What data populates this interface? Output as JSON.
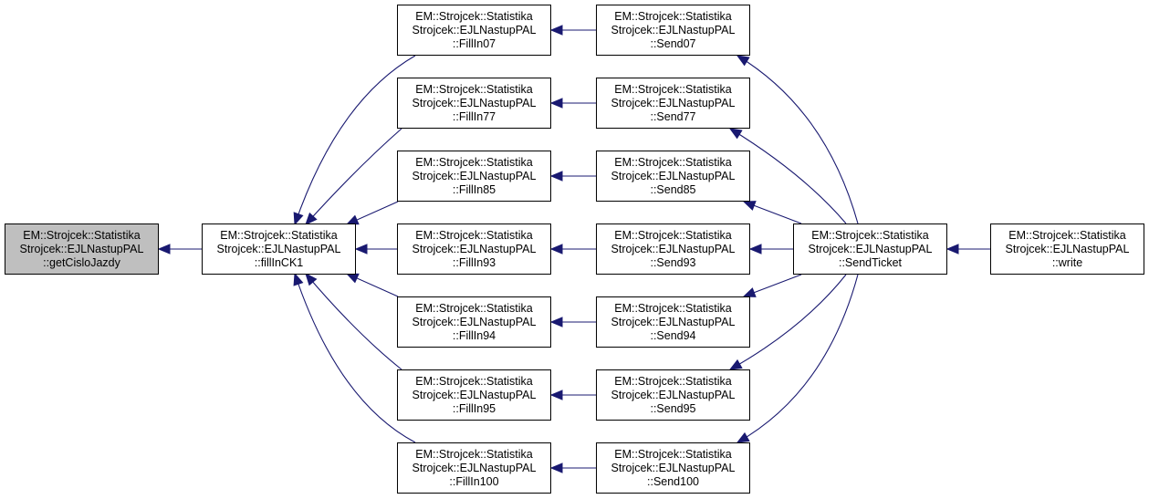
{
  "diagram": {
    "type": "call-graph",
    "edge_color": "#191970",
    "focus_fill": "#bfbfbf",
    "nodes": [
      {
        "id": "getCisloJazdy",
        "lines": [
          "EM::Strojcek::Statistika",
          "Strojcek::EJLNastupPAL",
          "::getCisloJazdy"
        ],
        "focus": true
      },
      {
        "id": "fillInCK1",
        "lines": [
          "EM::Strojcek::Statistika",
          "Strojcek::EJLNastupPAL",
          "::fillInCK1"
        ]
      },
      {
        "id": "FillIn07",
        "lines": [
          "EM::Strojcek::Statistika",
          "Strojcek::EJLNastupPAL",
          "::FillIn07"
        ]
      },
      {
        "id": "FillIn77",
        "lines": [
          "EM::Strojcek::Statistika",
          "Strojcek::EJLNastupPAL",
          "::FillIn77"
        ]
      },
      {
        "id": "FillIn85",
        "lines": [
          "EM::Strojcek::Statistika",
          "Strojcek::EJLNastupPAL",
          "::FillIn85"
        ]
      },
      {
        "id": "FillIn93",
        "lines": [
          "EM::Strojcek::Statistika",
          "Strojcek::EJLNastupPAL",
          "::FillIn93"
        ]
      },
      {
        "id": "FillIn94",
        "lines": [
          "EM::Strojcek::Statistika",
          "Strojcek::EJLNastupPAL",
          "::FillIn94"
        ]
      },
      {
        "id": "FillIn95",
        "lines": [
          "EM::Strojcek::Statistika",
          "Strojcek::EJLNastupPAL",
          "::FillIn95"
        ]
      },
      {
        "id": "FillIn100",
        "lines": [
          "EM::Strojcek::Statistika",
          "Strojcek::EJLNastupPAL",
          "::FillIn100"
        ]
      },
      {
        "id": "Send07",
        "lines": [
          "EM::Strojcek::Statistika",
          "Strojcek::EJLNastupPAL",
          "::Send07"
        ]
      },
      {
        "id": "Send77",
        "lines": [
          "EM::Strojcek::Statistika",
          "Strojcek::EJLNastupPAL",
          "::Send77"
        ]
      },
      {
        "id": "Send85",
        "lines": [
          "EM::Strojcek::Statistika",
          "Strojcek::EJLNastupPAL",
          "::Send85"
        ]
      },
      {
        "id": "Send93",
        "lines": [
          "EM::Strojcek::Statistika",
          "Strojcek::EJLNastupPAL",
          "::Send93"
        ]
      },
      {
        "id": "Send94",
        "lines": [
          "EM::Strojcek::Statistika",
          "Strojcek::EJLNastupPAL",
          "::Send94"
        ]
      },
      {
        "id": "Send95",
        "lines": [
          "EM::Strojcek::Statistika",
          "Strojcek::EJLNastupPAL",
          "::Send95"
        ]
      },
      {
        "id": "Send100",
        "lines": [
          "EM::Strojcek::Statistika",
          "Strojcek::EJLNastupPAL",
          "::Send100"
        ]
      },
      {
        "id": "SendTicket",
        "lines": [
          "EM::Strojcek::Statistika",
          "Strojcek::EJLNastupPAL",
          "::SendTicket"
        ]
      },
      {
        "id": "write",
        "lines": [
          "EM::Strojcek::Statistika",
          "Strojcek::EJLNastupPAL",
          "::write"
        ]
      }
    ],
    "edges": [
      {
        "from": "fillInCK1",
        "to": "getCisloJazdy"
      },
      {
        "from": "FillIn07",
        "to": "fillInCK1"
      },
      {
        "from": "FillIn77",
        "to": "fillInCK1"
      },
      {
        "from": "FillIn85",
        "to": "fillInCK1"
      },
      {
        "from": "FillIn93",
        "to": "fillInCK1"
      },
      {
        "from": "FillIn94",
        "to": "fillInCK1"
      },
      {
        "from": "FillIn95",
        "to": "fillInCK1"
      },
      {
        "from": "FillIn100",
        "to": "fillInCK1"
      },
      {
        "from": "Send07",
        "to": "FillIn07"
      },
      {
        "from": "Send77",
        "to": "FillIn77"
      },
      {
        "from": "Send85",
        "to": "FillIn85"
      },
      {
        "from": "Send93",
        "to": "FillIn93"
      },
      {
        "from": "Send94",
        "to": "FillIn94"
      },
      {
        "from": "Send95",
        "to": "FillIn95"
      },
      {
        "from": "Send100",
        "to": "FillIn100"
      },
      {
        "from": "SendTicket",
        "to": "Send07"
      },
      {
        "from": "SendTicket",
        "to": "Send77"
      },
      {
        "from": "SendTicket",
        "to": "Send85"
      },
      {
        "from": "SendTicket",
        "to": "Send93"
      },
      {
        "from": "SendTicket",
        "to": "Send94"
      },
      {
        "from": "SendTicket",
        "to": "Send95"
      },
      {
        "from": "SendTicket",
        "to": "Send100"
      },
      {
        "from": "write",
        "to": "SendTicket"
      }
    ]
  }
}
